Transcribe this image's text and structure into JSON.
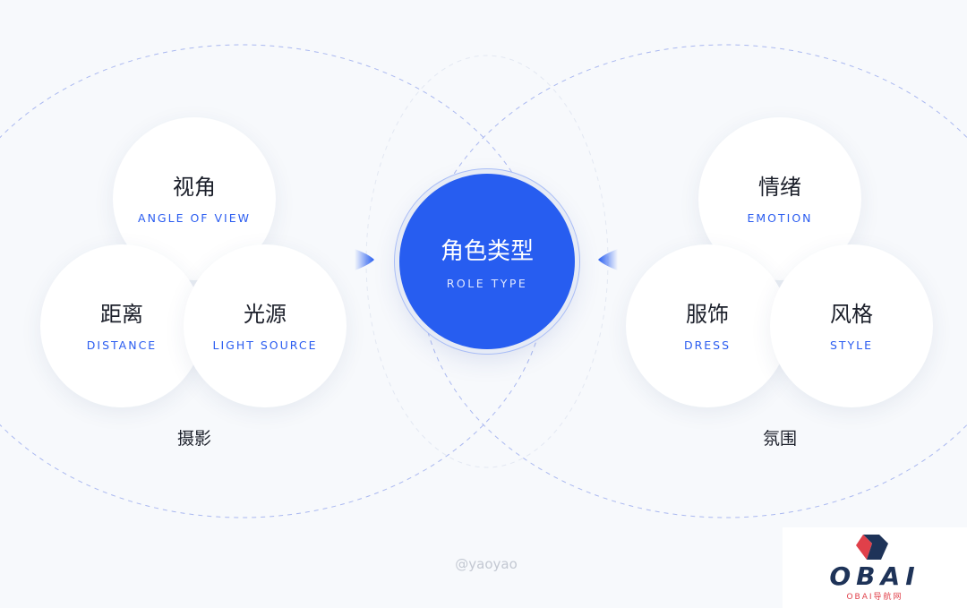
{
  "center": {
    "cn": "角色类型",
    "en": "ROLE TYPE"
  },
  "left_group": {
    "label": "摄影",
    "nodes": [
      {
        "cn": "视角",
        "en": "ANGLE OF VIEW"
      },
      {
        "cn": "距离",
        "en": "DISTANCE"
      },
      {
        "cn": "光源",
        "en": "LIGHT SOURCE"
      }
    ]
  },
  "right_group": {
    "label": "氛围",
    "nodes": [
      {
        "cn": "情绪",
        "en": "EMOTION"
      },
      {
        "cn": "服饰",
        "en": "DRESS"
      },
      {
        "cn": "风格",
        "en": "STYLE"
      }
    ]
  },
  "credit": "@yaoyao",
  "logo": {
    "word": "OBAI",
    "sub": "OBAI导航网"
  },
  "colors": {
    "accent": "#275df0",
    "background": "#f7f9fc"
  }
}
